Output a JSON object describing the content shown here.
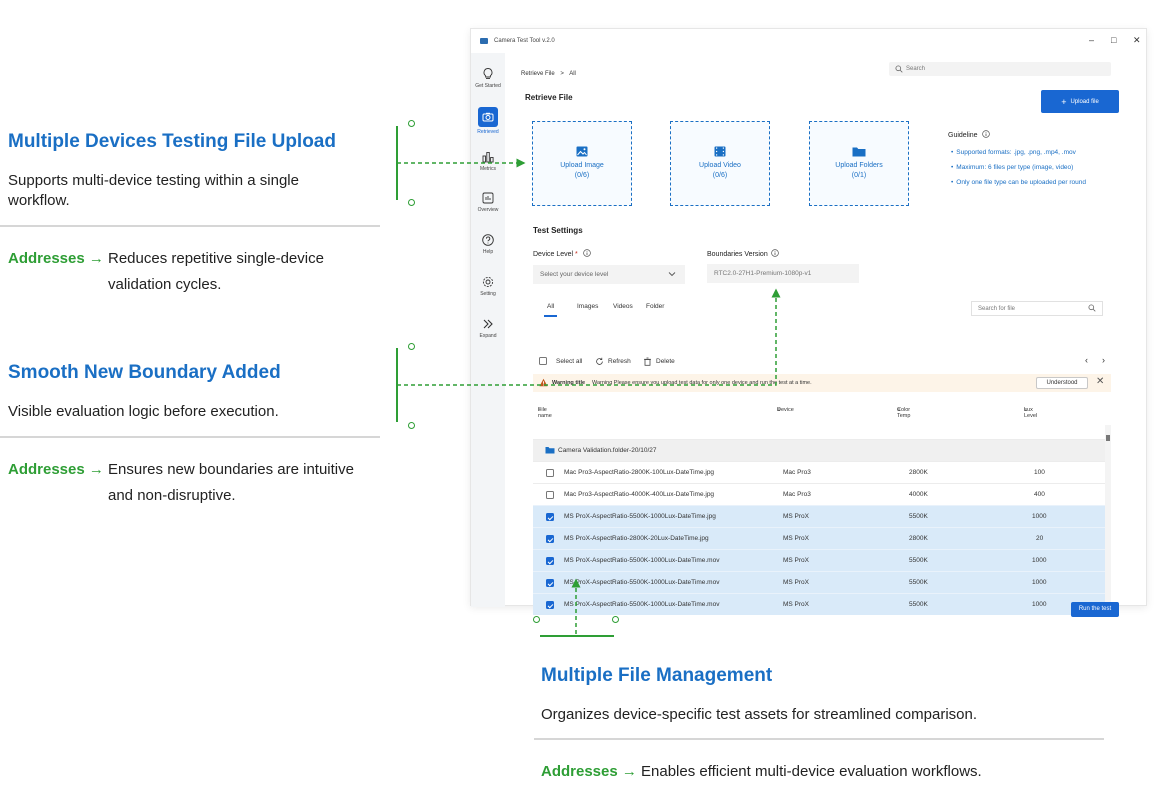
{
  "annotations": [
    {
      "title": "Multiple Devices Testing File Upload",
      "description": "Supports multi-device testing within a single workflow.",
      "addresses_label": "Addresses",
      "addresses_arrow": "→",
      "addresses_text": "Reduces repetitive single-device validation cycles."
    },
    {
      "title": "Smooth New Boundary Added",
      "description": "Visible evaluation logic before execution.",
      "addresses_label": "Addresses",
      "addresses_arrow": "→",
      "addresses_text": "Ensures new boundaries are intuitive and non-disruptive."
    },
    {
      "title": "Multiple File Management",
      "description": "Organizes device-specific test assets for streamlined comparison.",
      "addresses_label": "Addresses",
      "addresses_arrow": "→",
      "addresses_text": "Enables efficient multi-device evaluation workflows."
    }
  ],
  "colors": {
    "accent": "#1967d2",
    "annotation_title": "#1a6fc4",
    "annotation_green": "#2e9e35",
    "warning_bg": "#fdf4e8",
    "selected_row": "#d9eaf9"
  },
  "window": {
    "title": "Camera Test Tool v.2.0",
    "controls": [
      "–",
      "□",
      "✕"
    ]
  },
  "sidebar": {
    "items": [
      {
        "label": "Get Started",
        "icon": "lightbulb-icon"
      },
      {
        "label": "Retrieved",
        "icon": "camera-icon",
        "active": true
      },
      {
        "label": "Metrics",
        "icon": "bar-chart-icon"
      },
      {
        "label": "Overview",
        "icon": "overview-icon"
      },
      {
        "label": "Help",
        "icon": "help-icon"
      },
      {
        "label": "Setting",
        "icon": "gear-icon"
      },
      {
        "label": "Expand",
        "icon": "expand-icon"
      }
    ]
  },
  "header": {
    "breadcrumb_root": "Retrieve File",
    "breadcrumb_sep": ">",
    "breadcrumb_current": "All",
    "search_placeholder": "Search"
  },
  "page": {
    "title": "Retrieve File",
    "upload_button": "Upload file",
    "upload_tiles": [
      {
        "label": "Upload Image",
        "count": "(0/6)",
        "icon": "image-icon"
      },
      {
        "label": "Upload Video",
        "count": "(0/6)",
        "icon": "video-icon"
      },
      {
        "label": "Upload Folders",
        "count": "(0/1)",
        "icon": "folder-icon"
      }
    ],
    "guideline": {
      "title": "Guideline",
      "items": [
        "Supported formats: .jpg, .png, .mp4, .mov",
        "Maximum: 6 files per type (image, video)",
        "Only one file type can be uploaded per round"
      ]
    },
    "test_settings": {
      "title": "Test Settings",
      "device_level_label": "Device Level",
      "required_mark": "*",
      "device_level_placeholder": "Select your device level",
      "boundaries_label": "Boundaries Version",
      "boundaries_value": "RTC2.0-27H1-Premium-1080p-v1"
    },
    "tabs": [
      "All",
      "Images",
      "Videos",
      "Folder"
    ],
    "active_tab": "All",
    "file_search_placeholder": "Search for file",
    "actions": {
      "select_all": "Select all",
      "refresh": "Refresh",
      "delete": "Delete"
    },
    "pager": {
      "prev": "‹",
      "next": "›"
    },
    "warning": {
      "title": "Warning title",
      "message": "Warning  Please ensure you upload test data for only one device and run the test at a time.",
      "button": "Understood",
      "close": "✕"
    },
    "table": {
      "columns": [
        "File name",
        "Device",
        "Color Temp",
        "Lux Level"
      ],
      "folder_row": "Camera Validation.folder-20/10/27",
      "rows": [
        {
          "name": "Mac Pro3-AspectRatio-2800K-100Lux-DateTime.jpg",
          "device": "Mac Pro3",
          "temp": "2800K",
          "lux": "100",
          "checked": false
        },
        {
          "name": "Mac Pro3-AspectRatio-4000K-400Lux-DateTime.jpg",
          "device": "Mac Pro3",
          "temp": "4000K",
          "lux": "400",
          "checked": false
        },
        {
          "name": "MS ProX-AspectRatio-5500K-1000Lux-DateTime.jpg",
          "device": "MS ProX",
          "temp": "5500K",
          "lux": "1000",
          "checked": true
        },
        {
          "name": "MS ProX-AspectRatio-2800K-20Lux-DateTime.jpg",
          "device": "MS ProX",
          "temp": "2800K",
          "lux": "20",
          "checked": true
        },
        {
          "name": "MS ProX-AspectRatio-5500K-1000Lux-DateTime.mov",
          "device": "MS ProX",
          "temp": "5500K",
          "lux": "1000",
          "checked": true
        },
        {
          "name": "MS ProX-AspectRatio-5500K-1000Lux-DateTime.mov",
          "device": "MS ProX",
          "temp": "5500K",
          "lux": "1000",
          "checked": true
        },
        {
          "name": "MS ProX-AspectRatio-5500K-1000Lux-DateTime.mov",
          "device": "MS ProX",
          "temp": "5500K",
          "lux": "1000",
          "checked": true
        }
      ]
    },
    "run_button": "Run the test"
  }
}
